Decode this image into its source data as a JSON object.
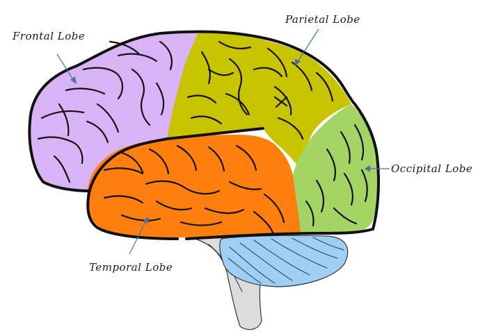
{
  "labels": {
    "frontal": "Frontal Lobe",
    "parietal": "Parietal Lobe",
    "occipital": "Occipital Lobe",
    "temporal": "Temporal Lobe"
  },
  "colors": {
    "frontal": "#d8b3f5",
    "parietal": "#c8c400",
    "occipital": "#a3d464",
    "temporal": "#ff7f0e",
    "cerebellum": "#9fcff5",
    "brainstem": "#dcdcdc",
    "outline": "#111111",
    "arrow": "#4a6fa5"
  }
}
